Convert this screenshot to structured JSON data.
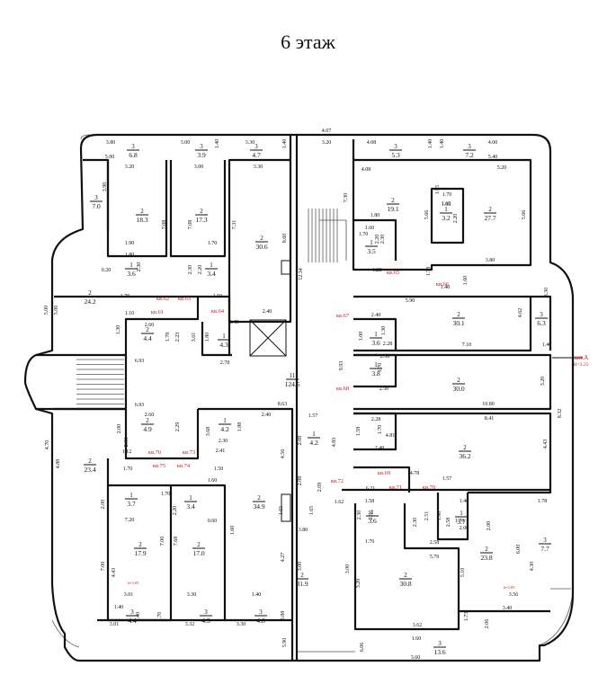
{
  "title": "6 этаж",
  "building": {
    "label": "лит.А",
    "height": "H=3.25"
  },
  "rooms": [
    {
      "num": "3",
      "area": "6.8"
    },
    {
      "num": "3",
      "area": "3.9"
    },
    {
      "num": "3",
      "area": "4.7"
    },
    {
      "num": "3",
      "area": "5.3"
    },
    {
      "num": "3",
      "area": "7.2"
    },
    {
      "num": "3",
      "area": "7.0"
    },
    {
      "num": "2",
      "area": "18.3"
    },
    {
      "num": "2",
      "area": "17.3"
    },
    {
      "num": "2",
      "area": "30.6"
    },
    {
      "num": "2",
      "area": "19.1"
    },
    {
      "num": "1",
      "area": "3.2"
    },
    {
      "num": "2",
      "area": "27.7"
    },
    {
      "num": "1",
      "area": "3.5"
    },
    {
      "num": "1",
      "area": "3.6"
    },
    {
      "num": "1",
      "area": "3.4"
    },
    {
      "num": "2",
      "area": "24.2"
    },
    {
      "num": "2",
      "area": "4.4"
    },
    {
      "num": "1",
      "area": "4.3"
    },
    {
      "num": "2",
      "area": "30.1"
    },
    {
      "num": "3",
      "area": "6.3"
    },
    {
      "num": "1",
      "area": "3.6"
    },
    {
      "num": "1",
      "area": "3.8"
    },
    {
      "num": "11",
      "area": "124.5"
    },
    {
      "num": "2",
      "area": "30.0"
    },
    {
      "num": "2",
      "area": "4.9"
    },
    {
      "num": "1",
      "area": "4.2"
    },
    {
      "num": "1",
      "area": "4.2"
    },
    {
      "num": "2",
      "area": "23.4"
    },
    {
      "num": "2",
      "area": "36.2"
    },
    {
      "num": "1",
      "area": "3.7"
    },
    {
      "num": "1",
      "area": "3.4"
    },
    {
      "num": "2",
      "area": "34.9"
    },
    {
      "num": "1",
      "area": "3.6"
    },
    {
      "num": "1",
      "area": "3.7"
    },
    {
      "num": "2",
      "area": "31.9"
    },
    {
      "num": "2",
      "area": "23.8"
    },
    {
      "num": "3",
      "area": "7.7"
    },
    {
      "num": "2",
      "area": "17.9"
    },
    {
      "num": "2",
      "area": "17.0"
    },
    {
      "num": "2",
      "area": "30.8"
    },
    {
      "num": "3",
      "area": "4.4"
    },
    {
      "num": "3",
      "area": "4.3"
    },
    {
      "num": "3",
      "area": "4.8"
    },
    {
      "num": "3",
      "area": "13.6"
    }
  ],
  "apartments": [
    "кв.61",
    "кв.62",
    "кв.63",
    "кв.64",
    "кв.65",
    "кв.66",
    "кв.67",
    "кв.68",
    "кв.69",
    "кв.70",
    "кв.71",
    "кв.72",
    "кв.73",
    "кв.74",
    "кв.75",
    "кв.76"
  ],
  "notes": [
    "h=3.05",
    "h=3.05"
  ],
  "dimensions": [
    "4.07",
    "3.80",
    "3.00",
    "1.40",
    "3.30",
    "1.40",
    "3.20",
    "4.08",
    "1.40",
    "1.40",
    "4.00",
    "5.00",
    "3.20",
    "3.00",
    "3.30",
    "4.08",
    "5.20",
    "5.40",
    "3.90",
    "7.08",
    "7.08",
    "7.31",
    "8.60",
    "7.30",
    "5.66",
    "1.95",
    "1.70",
    "5.66",
    "1.80",
    "1.60",
    "1.60",
    "2.20",
    "1.60",
    "1.70",
    "2.30",
    "2.20",
    "1.90",
    "1.70",
    "1.80",
    "2.30",
    "2.30",
    "2.20",
    "4.28",
    "3.80",
    "1.78",
    "1.60",
    "0.20",
    "1.70",
    "1.50",
    "12.34",
    "5.90",
    "1.40",
    "5.00",
    "5.00",
    "4.62",
    "3.30",
    "2.40",
    "2.60",
    "1.10",
    "2.45",
    "2.40",
    "1.78",
    "2.23",
    "3.61",
    "1.80",
    "1.00",
    "1.30",
    "2.28",
    "7.10",
    "1.40",
    "1.30",
    "6.93",
    "2.78",
    "2.38",
    "1.70",
    "9.93",
    "3.20",
    "6.93",
    "2.50",
    "8.63",
    "10.80",
    "2.60",
    "1.57",
    "2.28",
    "8.41",
    "2.00",
    "3.68",
    "2.29",
    "1.88",
    "2.40",
    "2.08",
    "4.83",
    "1.70",
    "8.32",
    "4.70",
    "4.88",
    "1.12",
    "2.30",
    "2.41",
    "2.00",
    "4.56",
    "2.08",
    "1.58",
    "2.40",
    "4.81",
    "4.43",
    "1.70",
    "1.50",
    "1.60",
    "4.78",
    "1.57",
    "2.00",
    "1.70",
    "2.20",
    "1.65",
    "1.65",
    "6.21",
    "2.09",
    "1.62",
    "1.58",
    "2.30",
    "2.30",
    "1.40",
    "1.78",
    "1.90",
    "1.70",
    "7.20",
    "0.60",
    "1.60",
    "3.80",
    "1.70",
    "2.51",
    "2.00",
    "2.00",
    "4.43",
    "4.27",
    "3.00",
    "2.30",
    "2.58",
    "2.58",
    "5.79",
    "6.00",
    "4.30",
    "7.00",
    "7.00",
    "7.68",
    "3.00",
    "5.10",
    "3.20",
    "3.01",
    "3.30",
    "1.40",
    "5.88",
    "3.62",
    "3.56",
    "3.40",
    "1.40",
    "1.40",
    "1.70",
    "1.73",
    "2.06",
    "3.01",
    "3.32",
    "3.30",
    "5.90",
    "1.60",
    "6.06",
    "3.60"
  ]
}
